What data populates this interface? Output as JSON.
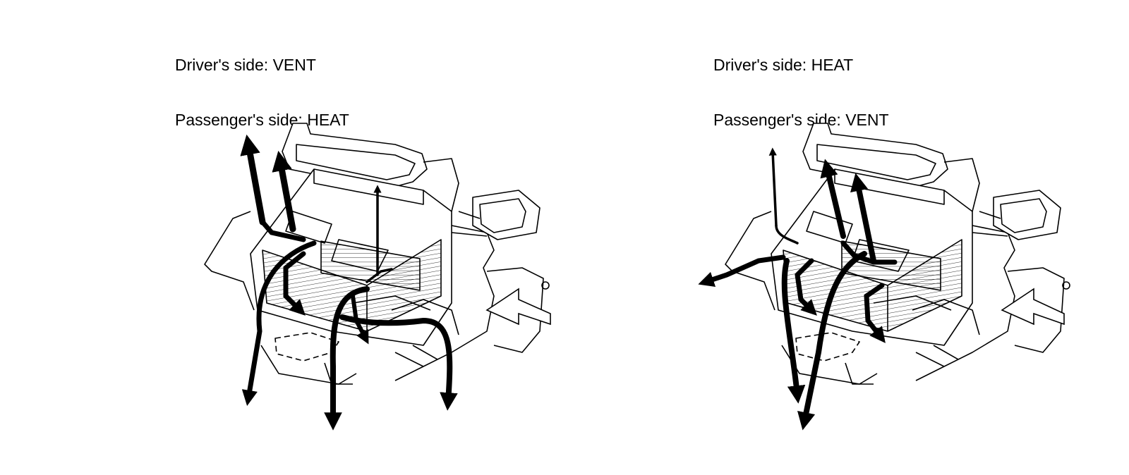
{
  "panels": [
    {
      "driver_line": "Driver's side: VENT",
      "passenger_line": "Passenger's side: HEAT"
    },
    {
      "driver_line": "Driver's side: HEAT",
      "passenger_line": "Passenger's side: VENT"
    }
  ],
  "colors": {
    "line": "#000000",
    "background": "#ffffff",
    "arrow": "#000000"
  },
  "icons": [
    "airflow-arrow",
    "hvac-unit-illustration"
  ]
}
